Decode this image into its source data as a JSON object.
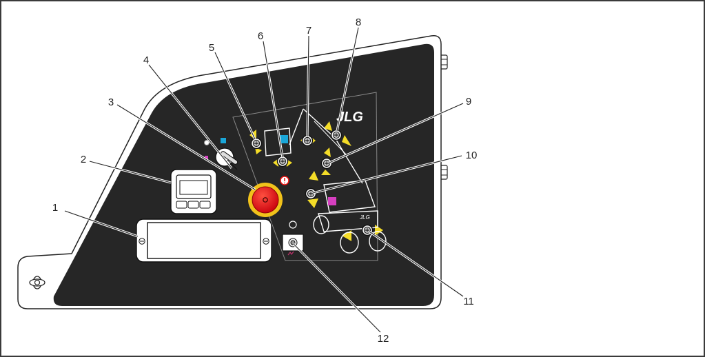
{
  "diagram": {
    "brand_logo": "JLG",
    "colors": {
      "panel": "#262626",
      "outline": "#1a1a1a",
      "arrow_yellow": "#f4dc28",
      "estop_red": "#e10010",
      "estop_ring": "#f1c21b",
      "accent_cyan": "#1aa6d8",
      "accent_magenta": "#d63fc0"
    },
    "callouts": [
      {
        "number": "1",
        "target": "display-placeholder-plate"
      },
      {
        "number": "2",
        "target": "hour-meter-display"
      },
      {
        "number": "3",
        "target": "emergency-stop-button"
      },
      {
        "number": "4",
        "target": "key-selector-switch"
      },
      {
        "number": "5",
        "target": "platform-rotate-switch"
      },
      {
        "number": "6",
        "target": "platform-level-switch"
      },
      {
        "number": "7",
        "target": "jib-switch"
      },
      {
        "number": "8",
        "target": "telescope-switch"
      },
      {
        "number": "9",
        "target": "tower-lift-switch"
      },
      {
        "number": "10",
        "target": "main-lift-switch"
      },
      {
        "number": "11",
        "target": "swing-switch"
      },
      {
        "number": "12",
        "target": "engine-start-switch"
      }
    ]
  }
}
